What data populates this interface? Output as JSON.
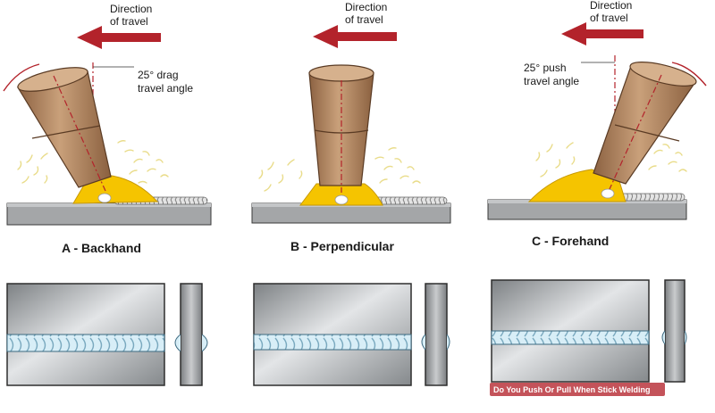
{
  "panels": [
    {
      "direction_line1": "Direction",
      "direction_line2": "of travel",
      "angle_line1": "25° drag",
      "angle_line2": "travel angle",
      "caption": "A - Backhand"
    },
    {
      "direction_line1": "Direction",
      "direction_line2": "of travel",
      "angle_line1": "",
      "angle_line2": "",
      "caption": "B - Perpendicular"
    },
    {
      "direction_line1": "Direction",
      "direction_line2": "of travel",
      "angle_line1": "25° push",
      "angle_line2": "travel angle",
      "caption": "C - Forehand"
    }
  ],
  "watermark": "Do You Push Or Pull When Stick Welding",
  "colors": {
    "arrow": "#b3232b",
    "electrode": "#b98b63",
    "electrode_dark": "#7a5437",
    "arc": "#f5c400",
    "plate": "#a4a6a8",
    "spatter": "#e9dc8a",
    "bead": "#bfe1ef"
  }
}
